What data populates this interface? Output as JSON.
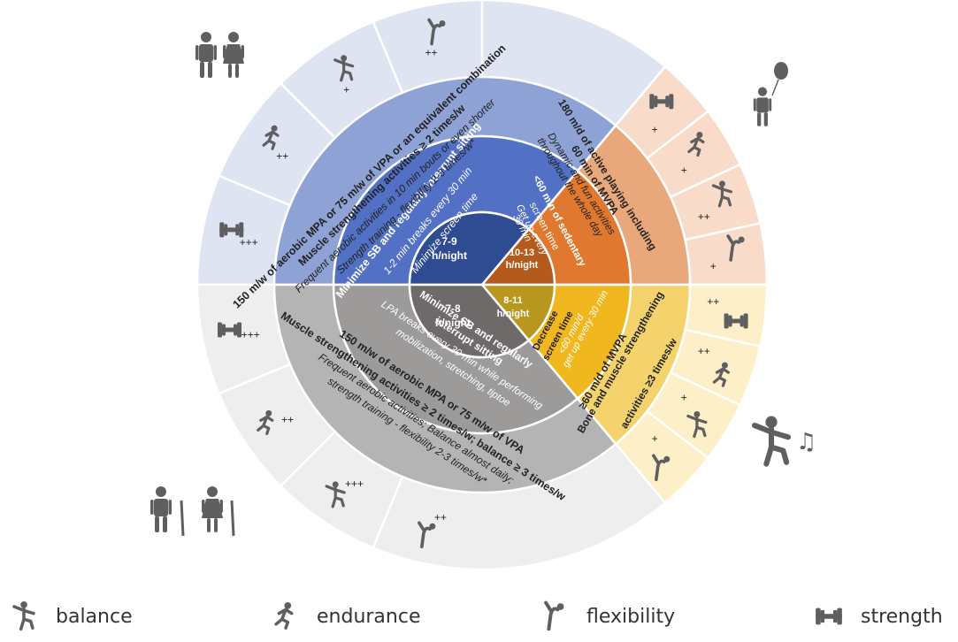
{
  "colors": {
    "blue_outer": "#dfe4f3",
    "blue_mid": "#8fa2d6",
    "blue_inner": "#5270c4",
    "blue_core": "#2f4b91",
    "orange_outer": "#f8dcc9",
    "orange_mid": "#e8a87c",
    "orange_inner": "#e0792f",
    "orange_core": "#b35a1c",
    "gray_outer": "#eeeeee",
    "gray_mid": "#b4b4b4",
    "gray_inner": "#9d9a9a",
    "gray_core": "#6f6a6a",
    "yellow_outer": "#fdf0c8",
    "yellow_mid": "#f4d36c",
    "yellow_inner": "#f0b81e",
    "yellow_core": "#b9961d",
    "icon": "#5f5f5f"
  },
  "adults": {
    "sleep": "7-9 h/night",
    "sedentary": [
      "Minimize SB and regularly interrupt sitting",
      "1-2 min breaks every 30 min",
      "Minimize screen time"
    ],
    "activity": [
      "150 m/w of aerobic MPA or 75 m/w of VPA or an equivalent combination",
      "Muscle strengthening activities ≥ 2 times/w",
      "Frequent aerobic activities in 10 min bouts or even shorter",
      "Strength training - flexibility 2-3 times/w*"
    ],
    "ratings": [
      {
        "icon": "strength-icon",
        "rating": "+++"
      },
      {
        "icon": "endurance-icon",
        "rating": "++"
      },
      {
        "icon": "balance-icon",
        "rating": "+"
      },
      {
        "icon": "flexibility-icon",
        "rating": "++"
      }
    ]
  },
  "children": {
    "sleep": "10-13 h/night",
    "sedentary": [
      "<60 min of sedentary",
      "screen time",
      "Get up every",
      "30 min"
    ],
    "activity": [
      "180 m/d of active playing including",
      "60 min of MVPA",
      "Dynamic and fun activities",
      "throughout the whole day"
    ],
    "ratings": [
      {
        "icon": "strength-icon",
        "rating": "+"
      },
      {
        "icon": "endurance-icon",
        "rating": "+"
      },
      {
        "icon": "balance-icon",
        "rating": "++"
      },
      {
        "icon": "flexibility-icon",
        "rating": "+"
      }
    ]
  },
  "adolescents": {
    "sleep": "8-11 h/night",
    "sedentary": [
      "Decrease",
      "screen time",
      "<60 min/d",
      "get up every 30 min"
    ],
    "activity": [
      "≥60 m/d of MVPA",
      "Bone and muscle strengthening",
      "activities ≥3 times/w"
    ],
    "ratings": [
      {
        "icon": "strength-icon",
        "rating": "++"
      },
      {
        "icon": "endurance-icon",
        "rating": "++"
      },
      {
        "icon": "balance-icon",
        "rating": "+"
      },
      {
        "icon": "flexibility-icon",
        "rating": "+"
      }
    ]
  },
  "elderly": {
    "sleep": "7-8 h/night",
    "sedentary": [
      "Minimize SB and regularly",
      "interrupt sitting",
      "LPA breaks every 30 min while performing",
      "mobilization, stretching, tiptoe"
    ],
    "activity": [
      "150 m/w of aerobic MPA or 75 m/w of VPA",
      "Muscle strengthening activities ≥ 2 times/w; balance ≥ 3 times/w",
      "Frequent aerobic activities; Balance almost daily;",
      "strength training - flexibility 2-3 times/w*"
    ],
    "ratings": [
      {
        "icon": "flexibility-icon",
        "rating": "++"
      },
      {
        "icon": "balance-icon",
        "rating": "+++"
      },
      {
        "icon": "endurance-icon",
        "rating": "++"
      },
      {
        "icon": "strength-icon",
        "rating": "+++"
      }
    ]
  },
  "legend": [
    {
      "icon": "balance-icon",
      "label": "balance"
    },
    {
      "icon": "endurance-icon",
      "label": "endurance"
    },
    {
      "icon": "flexibility-icon",
      "label": "flexibility"
    },
    {
      "icon": "strength-icon",
      "label": "strength"
    }
  ]
}
